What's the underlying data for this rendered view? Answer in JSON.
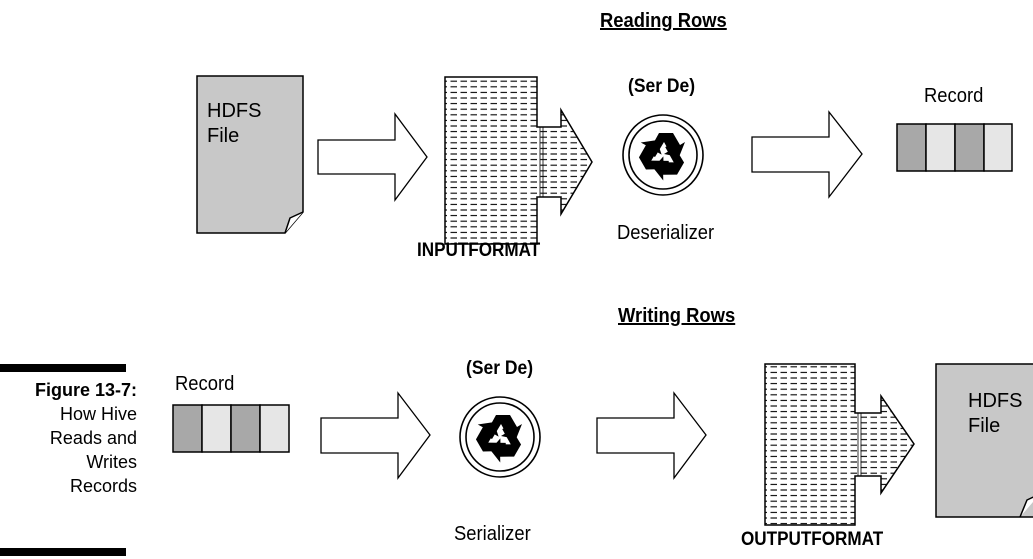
{
  "reading": {
    "heading": "Reading Rows",
    "file_label": "HDFS\nFile",
    "inputformat_label": "INPUTFORMAT",
    "serde_label": "(Ser De)",
    "deserializer_label": "Deserializer",
    "record_label": "Record"
  },
  "writing": {
    "heading": "Writing Rows",
    "record_label": "Record",
    "serde_label": "(Ser De)",
    "serializer_label": "Serializer",
    "outputformat_label": "OUTPUTFORMAT",
    "file_label": "HDFS\nFile"
  },
  "figure": {
    "number": "Figure 13-7:",
    "caption": "How Hive\nReads and\nWrites\nRecords"
  },
  "colors": {
    "file_fill": "#c8c8c8",
    "record_dark": "#a8a8a8",
    "record_light": "#e6e6e6",
    "line": "#000000"
  },
  "icons": [
    "hdfs-file-icon",
    "recycle-icon",
    "record-icon",
    "format-stack-icon",
    "arrow-right-icon"
  ]
}
